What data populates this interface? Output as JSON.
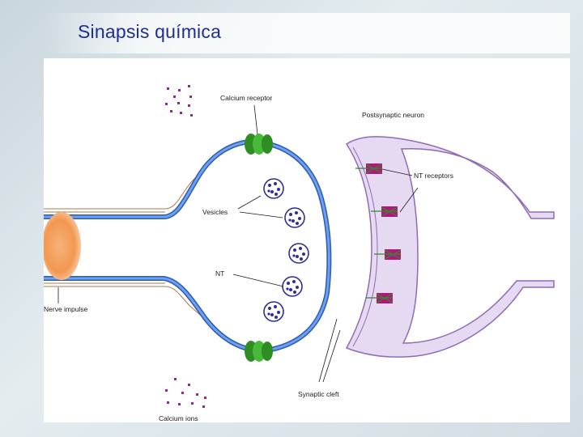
{
  "slide": {
    "title": "Sinapsis química"
  },
  "diagram": {
    "labels": {
      "calcium_receptor": "Calcium receptor",
      "postsynaptic_neuron": "Postsynaptic neuron",
      "nt_receptors": "NT receptors",
      "vesicles": "Vesicles",
      "nt": "NT",
      "nerve_impulse": "Nerve impulse",
      "synaptic_cleft": "Synaptic cleft",
      "calcium_ions": "Calcium ions"
    },
    "colors": {
      "membrane": "#5b8fe0",
      "membrane_dark": "#2a5bb5",
      "postsynaptic": "#e6d9f2",
      "postsynaptic_edge": "#8e6cb4",
      "receptor": "#b0187c",
      "calcium_channel": "#3aa52c",
      "vesicle": "#2e2f96",
      "ion": "#8a2b8e",
      "impulse": "#f2a056"
    }
  }
}
